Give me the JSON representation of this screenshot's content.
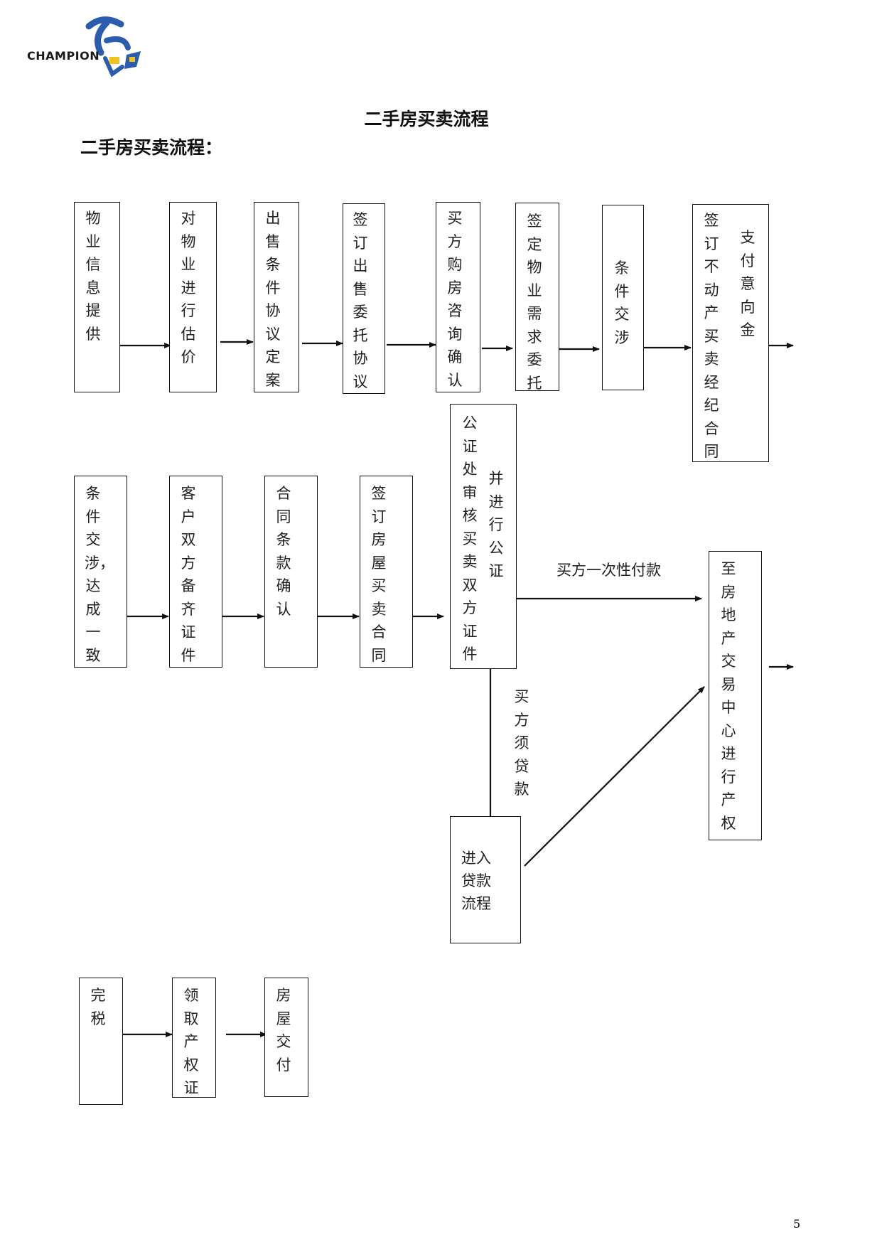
{
  "logo": {
    "text": "CHAMPION",
    "mark_colors": [
      "#2b5cad",
      "#f2c21a"
    ]
  },
  "document_title": "二手房买卖流程",
  "section_title": "二手房买卖流程：",
  "row1": [
    "物业信息提供",
    "对物业进行估价",
    "出售条件协议定案",
    "签订出售委托协议",
    "买方购房咨询确认",
    "签定物业需求委托",
    "条件交涉"
  ],
  "row1_last": {
    "col1": "签订不动产买卖经纪合同",
    "col2": "支付意向金"
  },
  "row2": [
    "条件交涉，达成一致",
    "客户双方备齐证件",
    "合同条款确认",
    "签订房屋买卖合同"
  ],
  "notary": {
    "col1": "公证处审核买卖双方证件",
    "col2": "并进行公证"
  },
  "label_one_time": "买方一次性付款",
  "exchange_center": "至房地产交易中心进行产权",
  "label_loan": "买方须贷款",
  "loan_lines": [
    "进入",
    "贷款",
    "流程"
  ],
  "row3": [
    "完税",
    "领取产权证",
    "房屋交付"
  ],
  "page_number": "5"
}
